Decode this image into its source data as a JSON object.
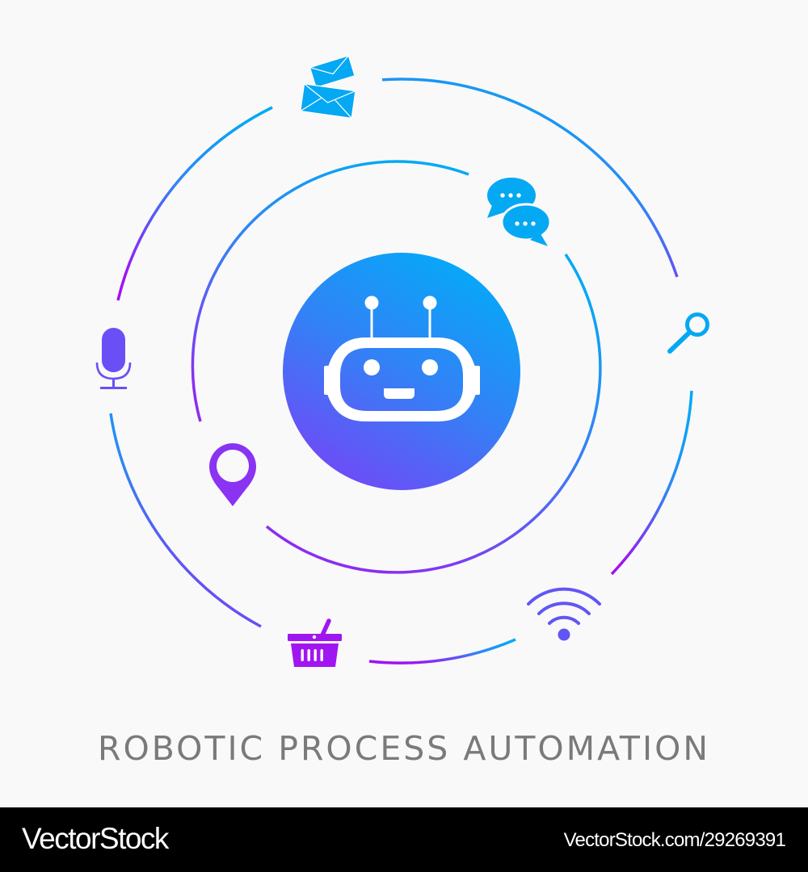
{
  "title": "ROBOTIC PROCESS AUTOMATION",
  "footer": {
    "brand": "VectorStock",
    "reference": "VectorStock.com/29269391"
  },
  "colors": {
    "gradient_blue": "#03a9f4",
    "gradient_purple": "#9b1ff2",
    "robot_circle_top": "#06a8f7",
    "robot_circle_bottom": "#6a4ff7",
    "title_text": "#7a7a7a",
    "background": "#f9f9f9",
    "footer_bg": "#000000"
  },
  "icons": [
    {
      "name": "mail-icon",
      "position": "top"
    },
    {
      "name": "chat-bubbles-icon",
      "position": "inner-top-right"
    },
    {
      "name": "search-icon",
      "position": "right"
    },
    {
      "name": "wifi-icon",
      "position": "bottom-right"
    },
    {
      "name": "shopping-basket-icon",
      "position": "bottom"
    },
    {
      "name": "location-pin-icon",
      "position": "inner-bottom-left"
    },
    {
      "name": "microphone-icon",
      "position": "left"
    },
    {
      "name": "robot-face-icon",
      "position": "center"
    }
  ]
}
